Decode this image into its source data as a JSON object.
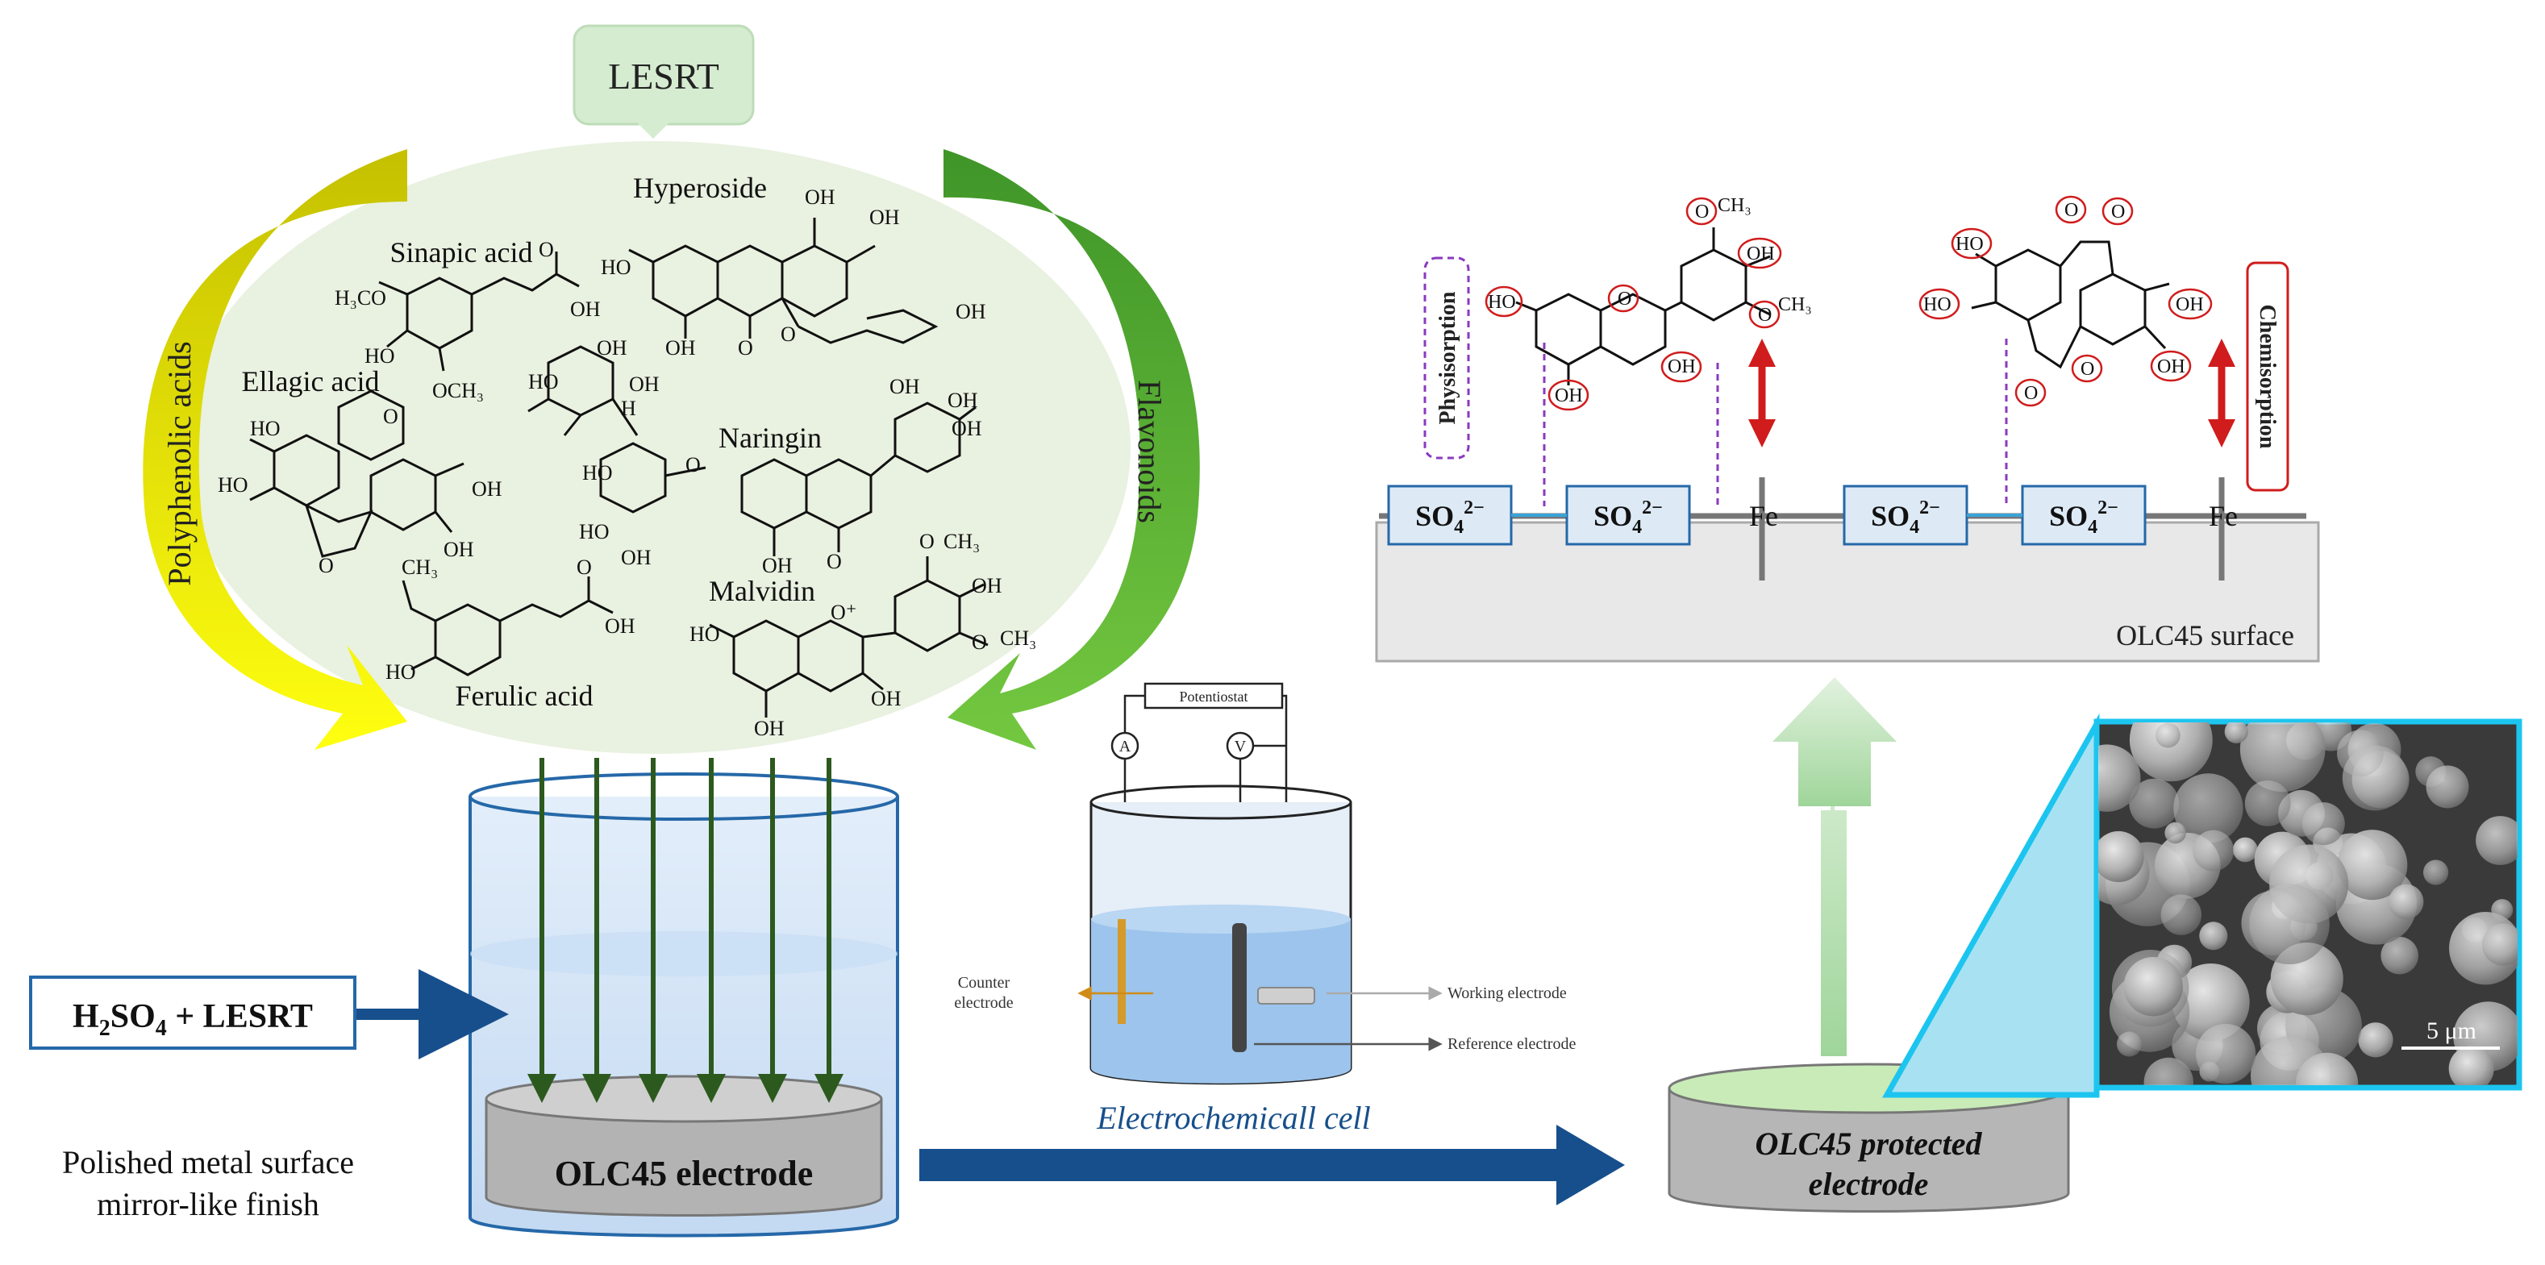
{
  "top_label": "LESRT",
  "left_arc_label": "Polyphenolic acids",
  "right_arc_label": "Flavonoids",
  "compounds": {
    "hyperoside": "Hyperoside",
    "sinapic": "Sinapic acid",
    "ellagic": "Ellagic acid",
    "naringin": "Naringin",
    "malvidin": "Malvidin",
    "ferulic": "Ferulic acid"
  },
  "groups": {
    "oh": "OH",
    "ho": "HO",
    "h3co": "H₃CO",
    "och3": "OCH₃",
    "ch3": "CH₃",
    "o": "O",
    "h": "H",
    "o_plus": "O⁺"
  },
  "solution_label": {
    "prefix": "H",
    "sub1": "2",
    "mid": "SO",
    "sub2": "4",
    "suffix": " + LESRT"
  },
  "polished_line1": "Polished metal surface",
  "polished_line2": "mirror-like finish",
  "electrode_label": "OLC45 electrode",
  "cell": {
    "potentiostat": "Potentiostat",
    "ammeter": "A",
    "voltmeter": "V",
    "counter_line1": "Counter",
    "counter_line2": "electrode",
    "working": "Working electrode",
    "reference": "Reference electrode",
    "caption": "Electrochemicall cell"
  },
  "protected_line1": "OLC45 protected",
  "protected_line2": "electrode",
  "surface": {
    "physisorption": "Physisorption",
    "chemisorption": "Chemisorption",
    "sulfate_base": "SO",
    "sulfate_sub": "4",
    "sulfate_sup": "2−",
    "fe": "Fe",
    "surface_label": "OLC45 surface"
  },
  "sem_scale": "5 μm",
  "colors": {
    "green_leaf": "#e9f1e0",
    "label_box": "#d5ecd0",
    "yellow_arc": "#e8e000",
    "green_arc": "#55a634",
    "dark_green_arrow": "#2c5a1e",
    "navy_arrow": "#174f8c",
    "blue_box": "#2568a8",
    "sulfate_fill": "#ddeaf6",
    "red": "#d01c1c",
    "purple": "#8a3ac0",
    "cyan": "#1cc5ef",
    "surface_gray": "#e8e8e8"
  }
}
